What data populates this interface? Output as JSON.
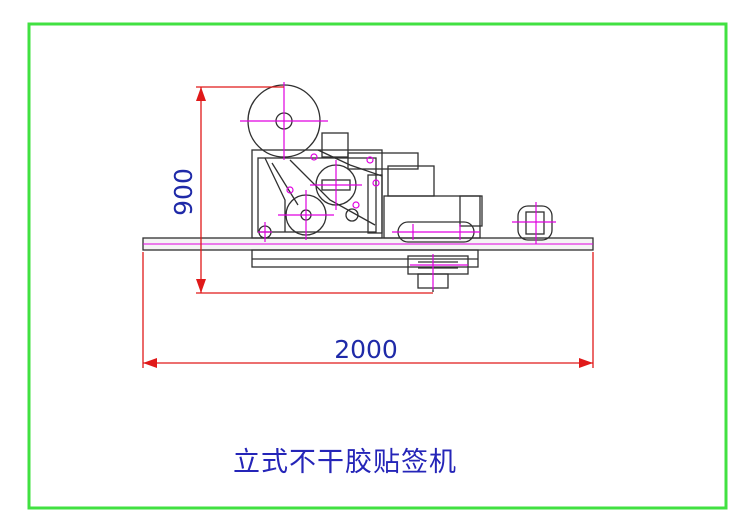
{
  "drawing": {
    "dimension_vertical": "900",
    "dimension_horizontal": "2000",
    "caption": "立式不干胶贴签机"
  },
  "colors": {
    "frame": "#41e141",
    "dimension_line": "#e01919",
    "center_mark": "#e000e0",
    "machine_line": "#303030",
    "text": "#2525b8"
  }
}
